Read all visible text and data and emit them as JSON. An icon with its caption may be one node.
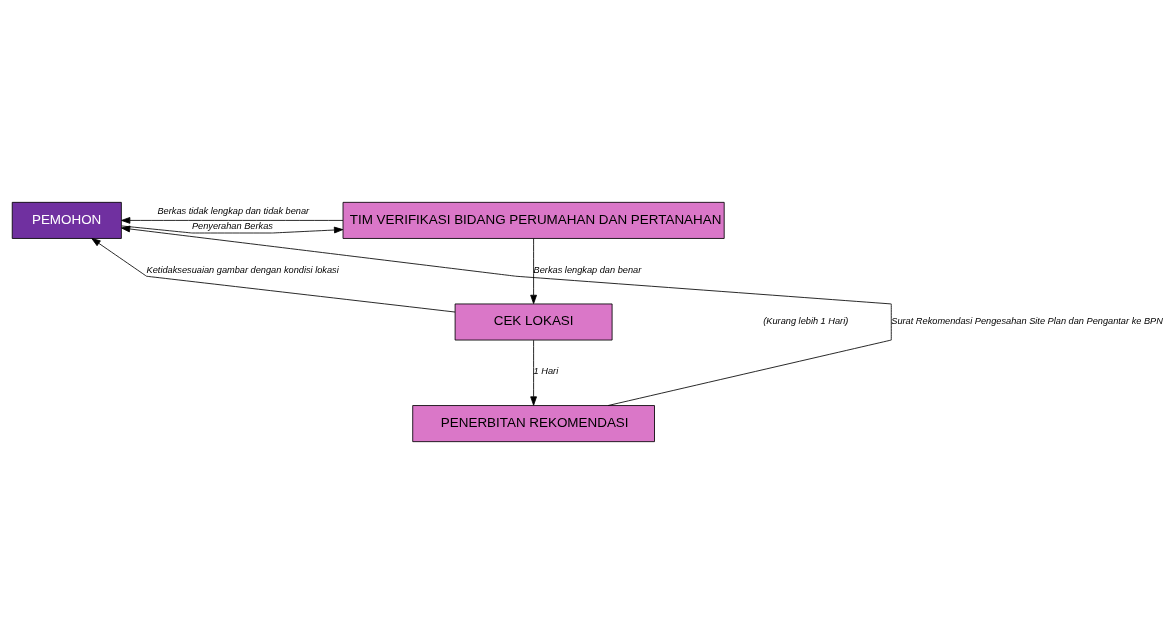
{
  "diagram": {
    "nodes": [
      {
        "text": [
          "PEMOHON"
        ]
      },
      {
        "text": [
          "TIM VERIFIKASI BIDANG PERUMAHAN DAN PERTANAHAN"
        ]
      },
      {
        "text": [
          "CEK LOKASI"
        ]
      },
      {
        "text": [
          "PENERBITAN REKOMENDASI"
        ]
      }
    ],
    "edges": [
      {
        "from": 0,
        "to": 1,
        "arrow": "to",
        "label": "Penyerahan Berkas"
      },
      {
        "from": 1,
        "to": 0,
        "arrow": "to",
        "label": "Berkas tidak lengkap dan tidak benar"
      },
      {
        "from": 1,
        "to": 2,
        "arrow": "to",
        "label": "Berkas lengkap dan benar"
      },
      {
        "from": 2,
        "to": 0,
        "arrow": "to",
        "label": "Ketidaksesuaian gambar dengan kondisi lokasi"
      },
      {
        "from": 2,
        "to": 3,
        "arrow": "to",
        "label": "1 Hari"
      },
      {
        "from": 3,
        "to": 0,
        "arrow": "to",
        "label": "Surat Rekomendasi Pengesahan Site Plan dan Pengantar ke BPN"
      }
    ],
    "labels": [
      "(Kurang lebih 1 Hari)"
    ]
  }
}
